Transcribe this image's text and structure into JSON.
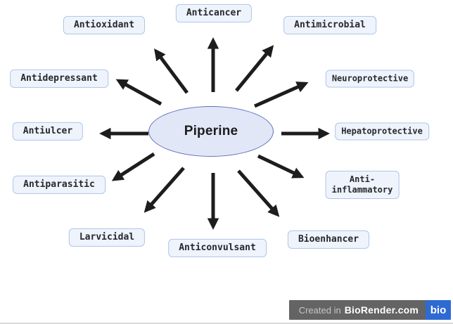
{
  "diagram": {
    "center": {
      "label": "Piperine"
    },
    "nodes": [
      {
        "id": "antioxidant",
        "label": "Antioxidant"
      },
      {
        "id": "anticancer",
        "label": "Anticancer"
      },
      {
        "id": "antimicrobial",
        "label": "Antimicrobial"
      },
      {
        "id": "antidepressant",
        "label": "Antidepressant"
      },
      {
        "id": "neuroprotective",
        "label": "Neuroprotective"
      },
      {
        "id": "antiulcer",
        "label": "Antiulcer"
      },
      {
        "id": "hepatoprotective",
        "label": "Hepatoprotective"
      },
      {
        "id": "antiparasitic",
        "label": "Antiparasitic"
      },
      {
        "id": "anti-inflammatory",
        "label": "Anti-\ninflammatory"
      },
      {
        "id": "larvicidal",
        "label": "Larvicidal"
      },
      {
        "id": "anticonvulsant",
        "label": "Anticonvulsant"
      },
      {
        "id": "bioenhancer",
        "label": "Bioenhancer"
      }
    ],
    "edges": [
      {
        "from": "Piperine",
        "to": "Antioxidant"
      },
      {
        "from": "Piperine",
        "to": "Anticancer"
      },
      {
        "from": "Piperine",
        "to": "Antimicrobial"
      },
      {
        "from": "Piperine",
        "to": "Antidepressant"
      },
      {
        "from": "Piperine",
        "to": "Neuroprotective"
      },
      {
        "from": "Piperine",
        "to": "Antiulcer"
      },
      {
        "from": "Piperine",
        "to": "Hepatoprotective"
      },
      {
        "from": "Piperine",
        "to": "Antiparasitic"
      },
      {
        "from": "Piperine",
        "to": "Anti-inflammatory"
      },
      {
        "from": "Piperine",
        "to": "Larvicidal"
      },
      {
        "from": "Piperine",
        "to": "Anticonvulsant"
      },
      {
        "from": "Piperine",
        "to": "Bioenhancer"
      }
    ],
    "colors": {
      "node_fill": "#eef3fc",
      "node_border": "#a9c3e6",
      "node_text": "#26282b",
      "ellipse_fill": "#e2e7f8",
      "ellipse_border": "#5e6ebc",
      "arrow": "#1d1d1d",
      "watermark_bg": "#646464",
      "watermark_badge_bg": "#2e6ad2"
    }
  },
  "watermark": {
    "prefix": "Created in",
    "brand": "BioRender.com",
    "badge": "bio"
  }
}
